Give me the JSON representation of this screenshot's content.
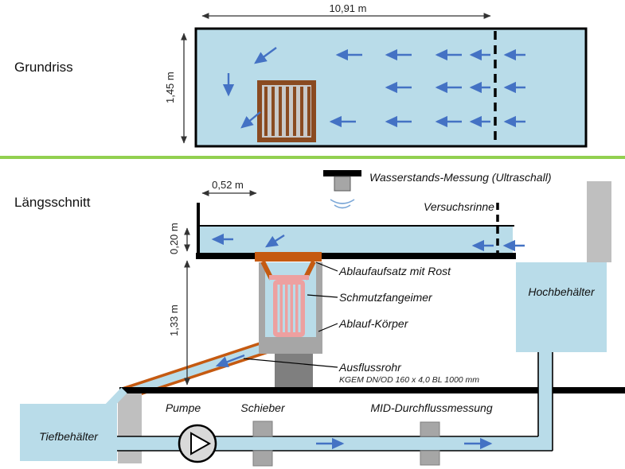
{
  "plan": {
    "title": "Grundriss",
    "dim_length": "10,91 m",
    "dim_width": "1,45 m"
  },
  "section": {
    "title": "Längsschnitt",
    "dim_offset": "0,52 m",
    "dim_depth": "0,20 m",
    "dim_height": "1,33 m",
    "labels": {
      "water_level_sensor": "Wasserstands-Messung (Ultraschall)",
      "flume": "Versuchsrinne",
      "drain_top": "Ablaufaufsatz mit Rost",
      "dirt_bucket": "Schmutzfangeimer",
      "drain_body": "Ablauf-Körper",
      "outflow_pipe": "Ausflussrohr",
      "outflow_pipe_spec": "KGEM DN/OD 160 x 4,0 BL 1000 mm",
      "upper_tank": "Hochbehälter",
      "lower_tank": "Tiefbehälter",
      "pump": "Pumpe",
      "gate_valve": "Schieber",
      "flow_meter": "MID-Durchflussmessung"
    }
  },
  "colors": {
    "water": "#b9dce9",
    "flow_arrow": "#4472c4",
    "separator": "#92d050",
    "grate_brown": "#8a4a20",
    "pipe_orange": "#c55a11",
    "bucket_pink": "#eda0a0",
    "gray": "#a6a6a6",
    "dark_gray": "#7f7f7f",
    "light_gray": "#bfbfbf"
  }
}
